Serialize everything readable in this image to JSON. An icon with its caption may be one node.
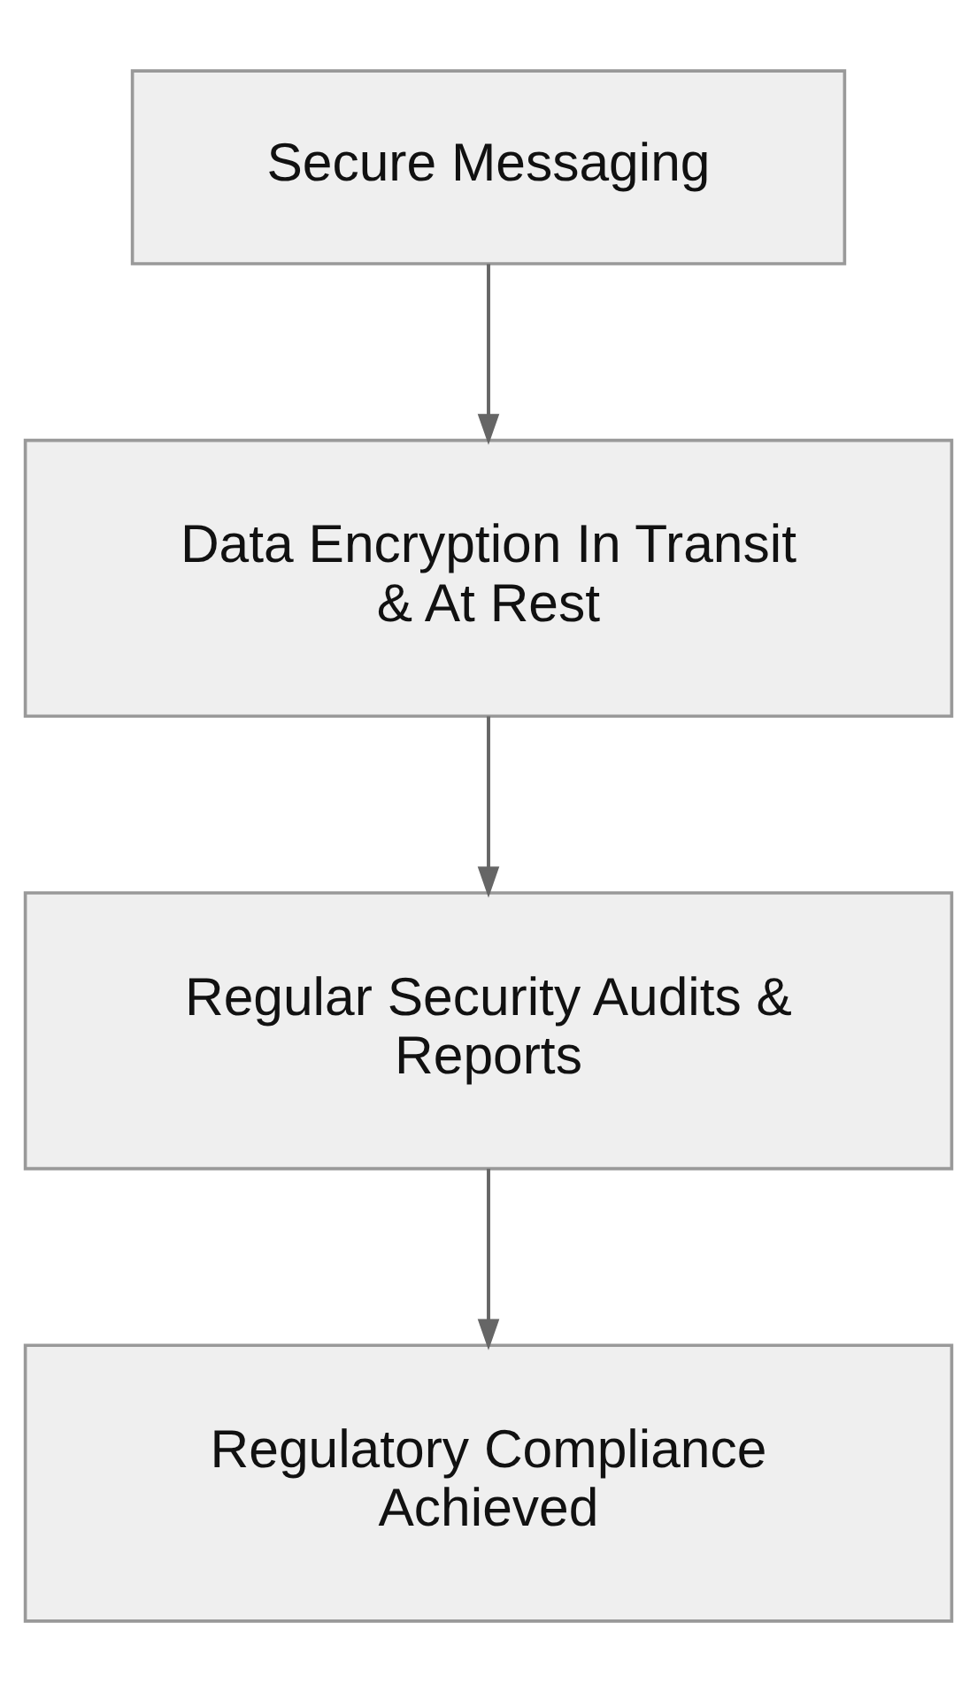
{
  "diagram": {
    "nodes": [
      {
        "text": [
          "Secure Messaging"
        ]
      },
      {
        "text": [
          "Data Encryption In Transit & At Rest"
        ]
      },
      {
        "text": [
          "Regular Security Audits & Reports"
        ]
      },
      {
        "text": [
          "Regulatory Compliance Achieved"
        ]
      }
    ],
    "edges": [
      {
        "from": 0,
        "to": 1,
        "arrow": "to"
      },
      {
        "from": 1,
        "to": 2,
        "arrow": "to"
      },
      {
        "from": 2,
        "to": 3,
        "arrow": "to"
      }
    ]
  }
}
